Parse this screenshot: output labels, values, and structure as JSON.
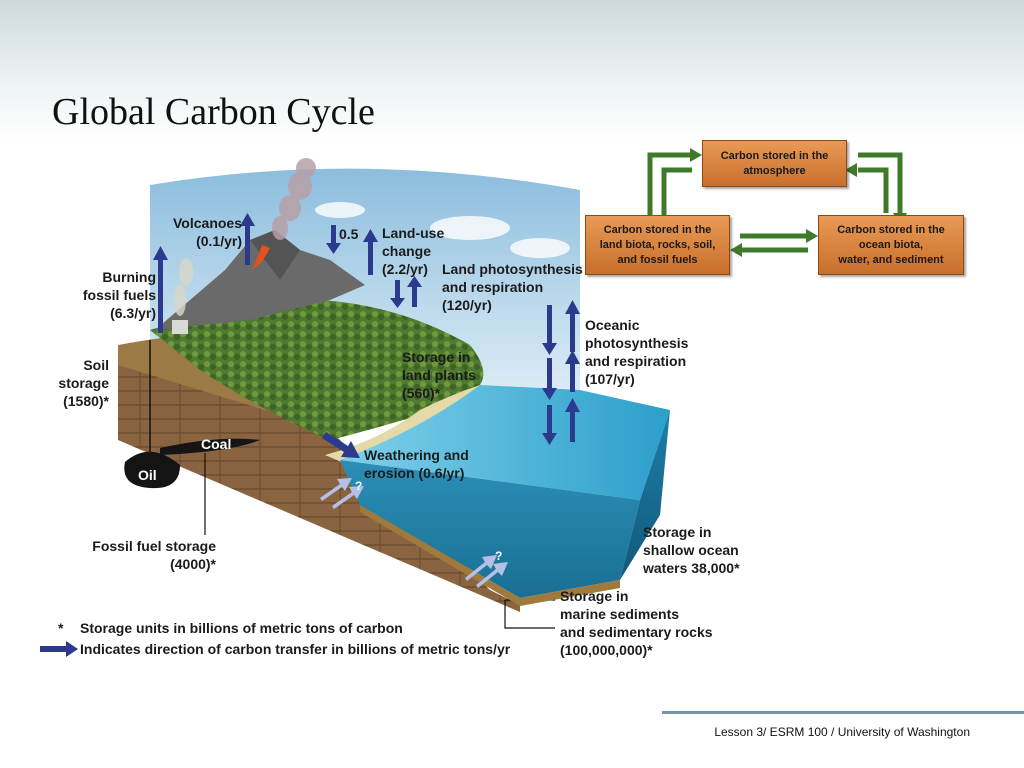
{
  "slide": {
    "title": "Global Carbon Cycle",
    "footer": "Lesson 3/ ESRM 100 / University of Washington"
  },
  "diagram": {
    "labels": {
      "volcanoes": "Volcanoes\n(0.1/yr)",
      "burning_fossil_fuels": "Burning\nfossil fuels\n(6.3/yr)",
      "soil_storage": "Soil\nstorage\n(1580)*",
      "land_use_amount": "0.5",
      "land_use_change": "Land-use\nchange\n(2.2/yr)",
      "land_photosynthesis": "Land photosynthesis\nand respiration\n(120/yr)",
      "oceanic_photosynthesis": "Oceanic\nphotosynthesis\nand respiration\n(107/yr)",
      "storage_land_plants": "Storage in\nland plants\n(560)*",
      "coal": "Coal",
      "oil": "Oil",
      "weathering_erosion": "Weathering and\nerosion (0.6/yr)",
      "fossil_fuel_storage": "Fossil fuel storage\n(4000)*",
      "storage_shallow_ocean": "Storage in\nshallow ocean\nwaters 38,000*",
      "storage_marine_sediments": "Storage in\nmarine sediments\nand sedimentary rocks\n(100,000,000)*",
      "unknown_flux": "?"
    },
    "legend": {
      "asterisk_symbol": "*",
      "asterisk_text": "Storage units in billions of metric tons of carbon",
      "arrow_text": "Indicates direction of carbon transfer in billions of metric tons/yr"
    },
    "colors": {
      "flux_arrow": "#2b3a8c",
      "box_fill": "#dd8a45",
      "cycle_arrow": "#3e7a2a",
      "ocean": "#2b9dc4"
    },
    "inset": {
      "atmosphere": "Carbon stored in the\natmosphere",
      "land": "Carbon stored in the\nland biota, rocks, soil,\nand fossil fuels",
      "ocean": "Carbon stored in the\nocean biota,\nwater, and sediment"
    }
  }
}
